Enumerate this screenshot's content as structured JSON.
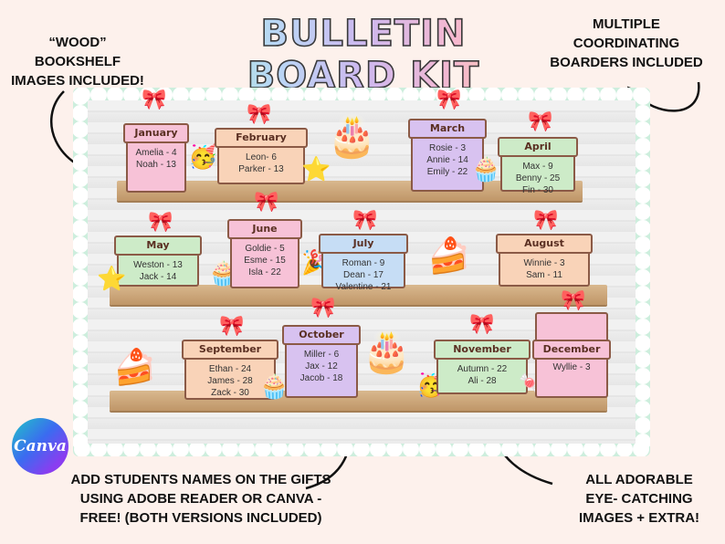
{
  "title": "BULLETIN BOARD KIT",
  "notes": {
    "top_left": [
      "“WOOD”",
      "BOOKSHELF",
      "IMAGES INCLUDED!"
    ],
    "top_right": [
      "MULTIPLE",
      "COORDINATING",
      "BOARDERS INCLUDED"
    ],
    "bottom_left": [
      "ADD STUDENTS NAMES ON THE GIFTS",
      "USING ADOBE READER OR CANVA -",
      "FREE! (BOTH VERSIONS INCLUDED)"
    ],
    "bottom_right": [
      "ALL ADORABLE",
      "EYE- CATCHING",
      "IMAGES + EXTRA!"
    ]
  },
  "canva_logo": "Canva",
  "colors": {
    "pink": "#f7c2d7",
    "peach": "#f9d3b8",
    "green": "#cdebc8",
    "blue": "#c6ddf5",
    "purple": "#d8c2f0",
    "ribbon_gold": "#f4d06a",
    "ribbon_pink": "#f3a9c3"
  },
  "months": [
    {
      "name": "January",
      "names": [
        "Amelia - 4",
        "Noah - 13"
      ]
    },
    {
      "name": "February",
      "names": [
        "Leon- 6",
        "Parker - 13"
      ]
    },
    {
      "name": "March",
      "names": [
        "Rosie - 3",
        "Annie - 14",
        "Emily - 22"
      ]
    },
    {
      "name": "April",
      "names": [
        "Max - 9",
        "Benny - 25",
        "Fin - 30"
      ]
    },
    {
      "name": "May",
      "names": [
        "Weston - 13",
        "Jack - 14"
      ]
    },
    {
      "name": "June",
      "names": [
        "Goldie - 5",
        "Esme - 15",
        "Isla - 22"
      ]
    },
    {
      "name": "July",
      "names": [
        "Roman - 9",
        "Dean - 17",
        "Valentine - 21"
      ]
    },
    {
      "name": "August",
      "names": [
        "Winnie - 3",
        "Sam - 11"
      ]
    },
    {
      "name": "September",
      "names": [
        "Ethan - 24",
        "James - 28",
        "Zack - 30"
      ]
    },
    {
      "name": "October",
      "names": [
        "Miller - 6",
        "Jax - 12",
        "Jacob - 18"
      ]
    },
    {
      "name": "November",
      "names": [
        "Autumn - 22",
        "Ali - 28"
      ]
    },
    {
      "name": "December",
      "names": [
        "Wyllie - 3"
      ]
    }
  ]
}
